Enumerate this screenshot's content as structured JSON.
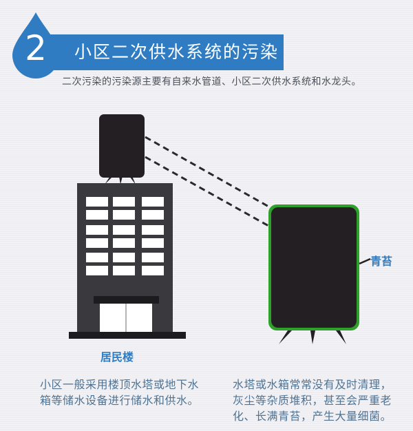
{
  "header": {
    "section_number": "2",
    "title": "小区二次供水系统的污染",
    "subtitle": "二次污染的污染源主要有自来水管道、小区二次供水系统和水龙头。"
  },
  "colors": {
    "accent_blue": "#2f7cc3",
    "dark_tank": "#231f22",
    "building": "#3a3a3e",
    "moss_green": "#2fa12a",
    "background": "#eeeef2"
  },
  "diagram": {
    "building_label": "居民楼",
    "moss_label": "青苔",
    "building_windows": {
      "columns": 3,
      "rows": 6
    }
  },
  "descriptions": {
    "left": [
      "小区一般采用楼顶水塔或地下水",
      "箱等储水设备进行储水和供水。"
    ],
    "right": [
      "水塔或水箱常常没有及时清理，",
      "灰尘等杂质堆积，甚至会严重老",
      "化、长满青苔，产生大量细菌。"
    ]
  }
}
